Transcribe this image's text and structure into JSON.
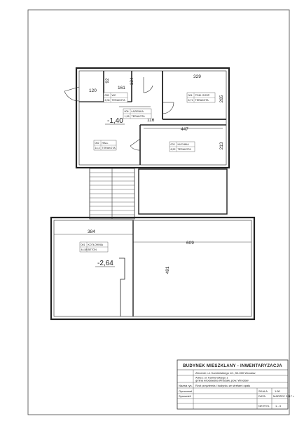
{
  "dimensions": {
    "d329": "329",
    "d265": "265",
    "d161": "161",
    "d92": "92",
    "d134": "134",
    "d120": "120",
    "d116": "116",
    "d447": "447",
    "d213": "213",
    "d384": "384",
    "d609": "609",
    "d491": "491"
  },
  "levels": {
    "upper": "-1,40",
    "lower": "-2,64"
  },
  "rooms": [
    {
      "no": "005",
      "name": "WC",
      "area": "2,06",
      "floor": "TERAKOTA"
    },
    {
      "no": "006",
      "name": "ŁAZIENKA",
      "area": "1,26",
      "floor": "TERAKOTA"
    },
    {
      "no": "004",
      "name": "POM. GOSP.",
      "area": "8,71",
      "floor": "TERAKOTA"
    },
    {
      "no": "002",
      "name": "HALL",
      "area": "14,3",
      "floor": "TERAKOTA"
    },
    {
      "no": "003",
      "name": "KUCHNIA",
      "area": "8,52",
      "floor": "TERAKOTA"
    },
    {
      "no": "001",
      "name": "KOTŁOWNIA",
      "area": "44,58",
      "floor": "BETON"
    }
  ],
  "title_block": {
    "title": "BUDYNEK  MIESZKLANY - INWENTARYZACJA",
    "row1": "Zlecenie: ul. Kamieńskiego 1/1, 50-000 Wrocław",
    "row2": "Adres: ul. Kamieńskiego 1",
    "row3": "gmina wrocławska Wrocław, pow. Wrocław",
    "label_drawing": "Nazwa rys.",
    "drawing_name": "Rzut przyziemia i budynku ze strefami opału",
    "label_designer": "Opracował",
    "label_checked": "Sprawdził",
    "label_scale": "SKALA",
    "scale": "1:50",
    "label_date": "DATA",
    "date": "MARZEC 2017 r.",
    "label_drawing_no": "NR RYS.",
    "drawing_no": "1 - 3"
  }
}
